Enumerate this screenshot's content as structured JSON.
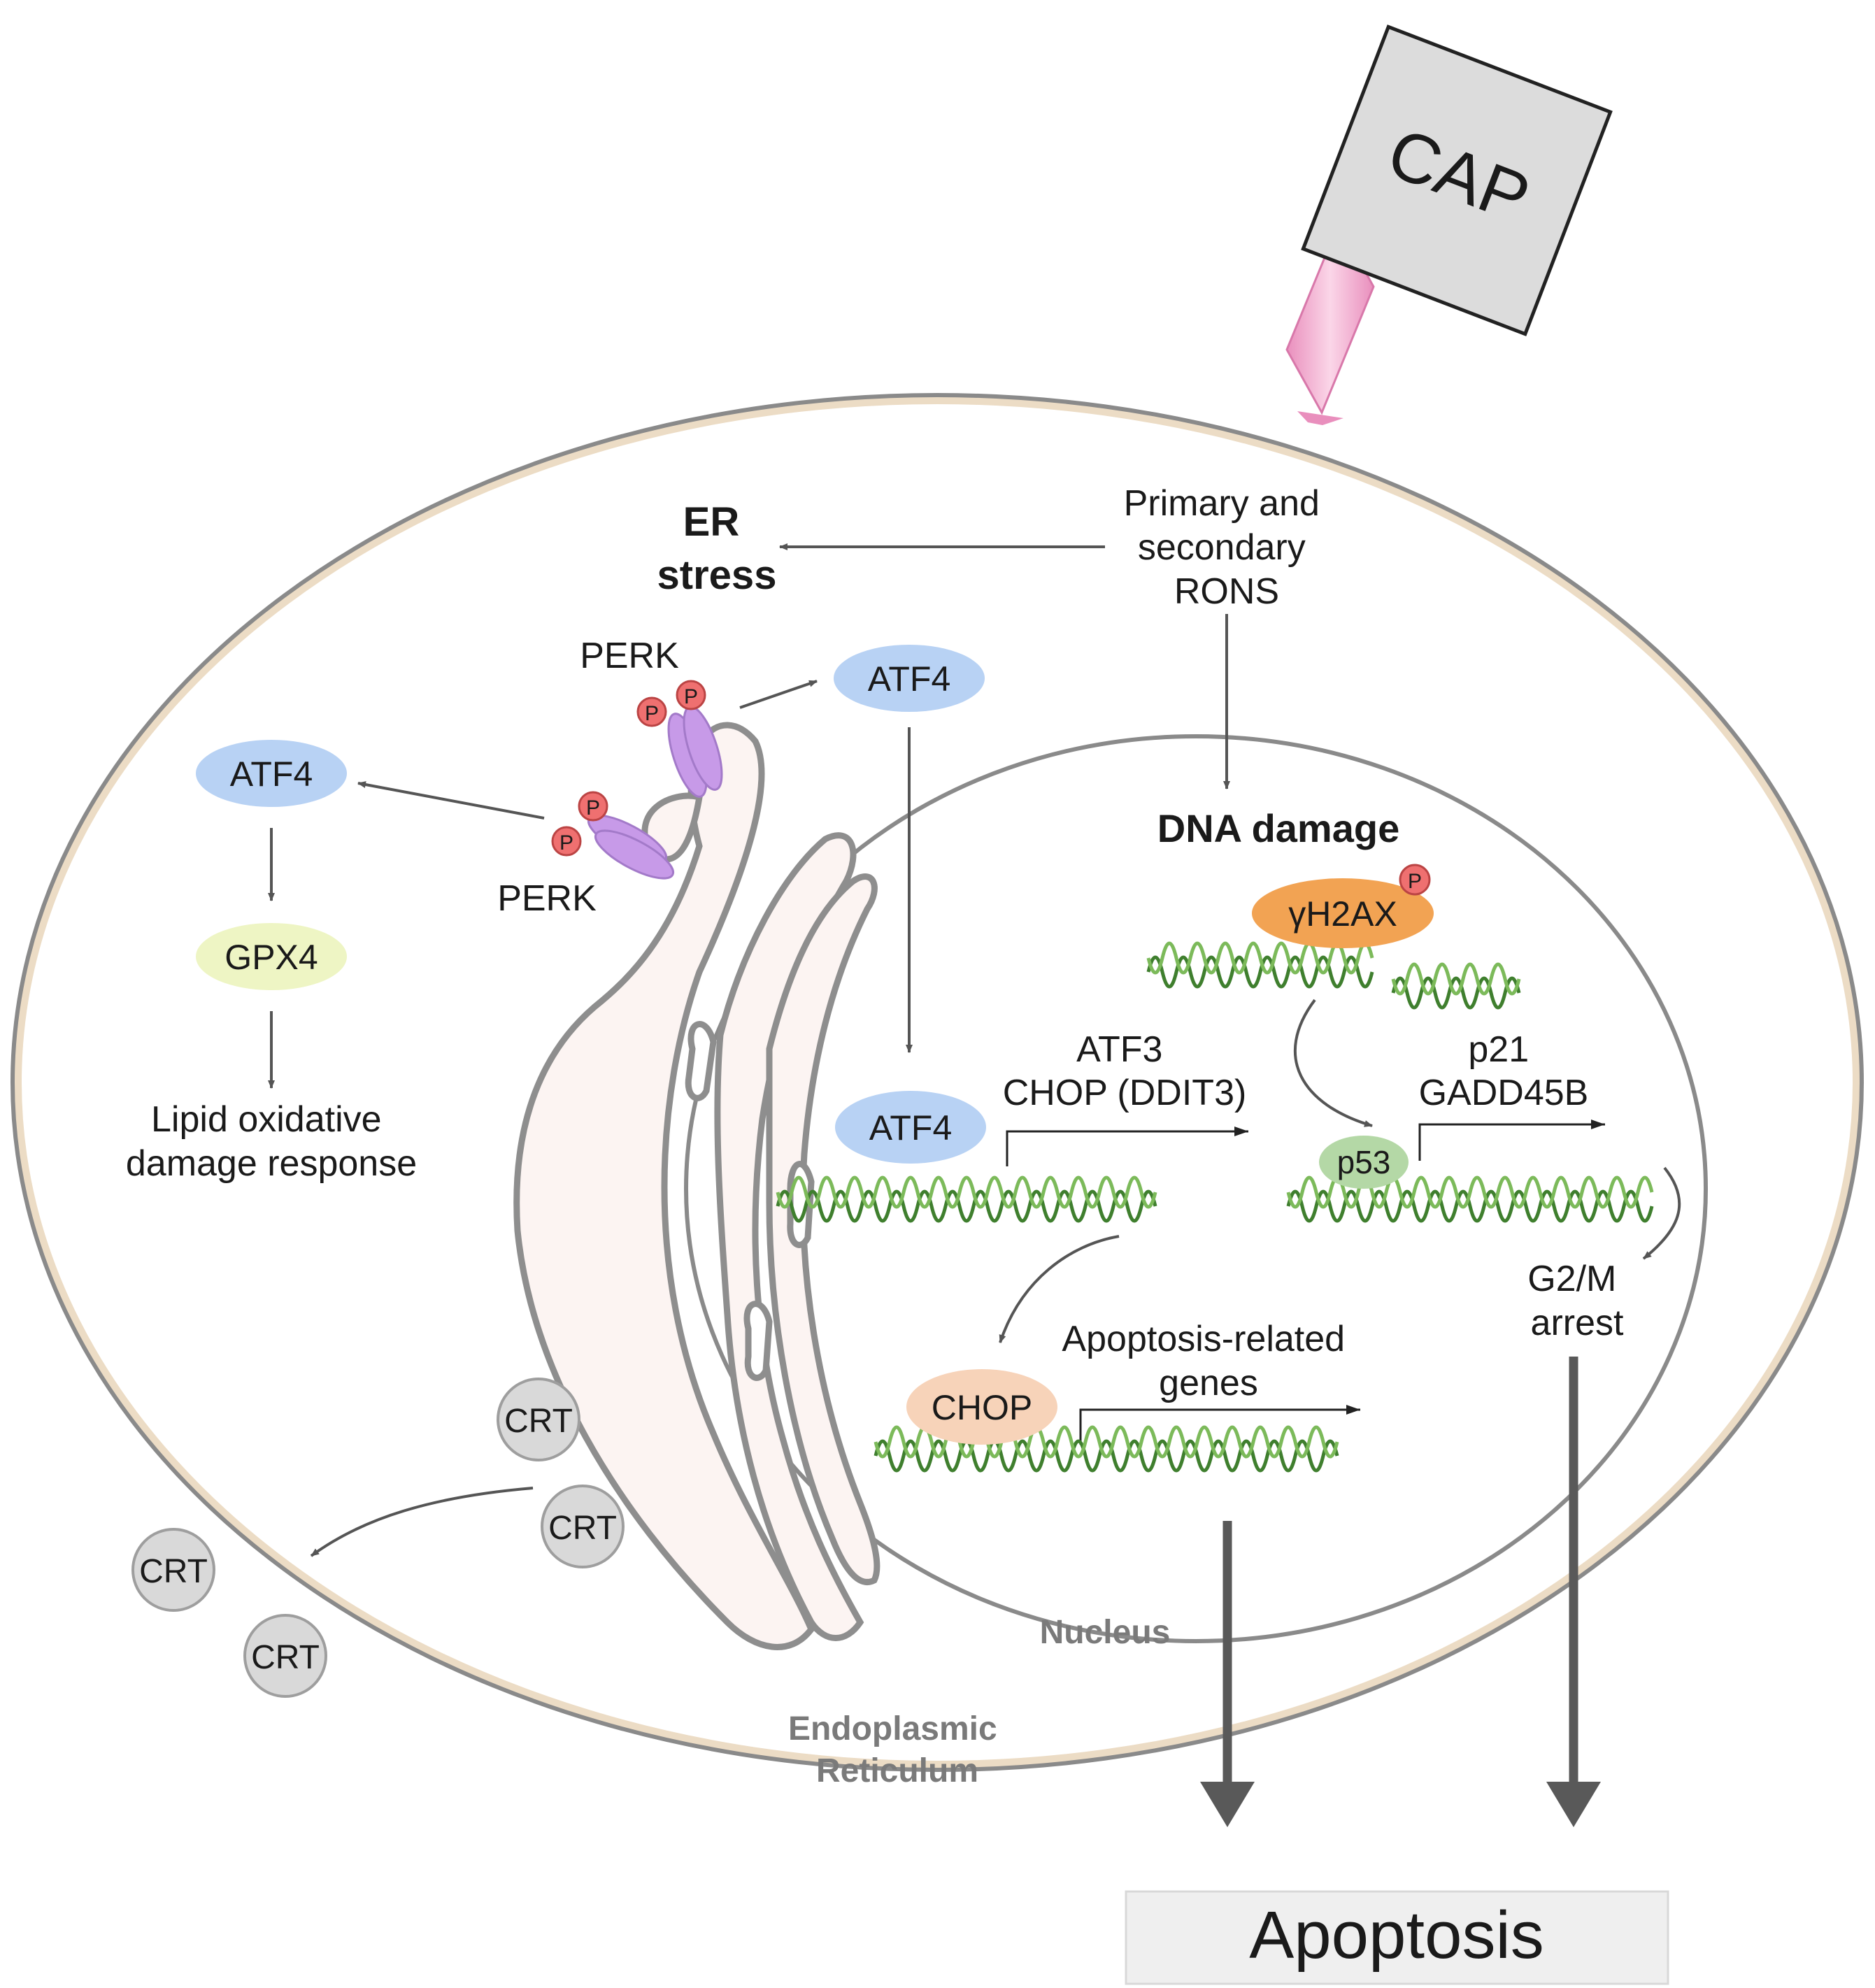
{
  "labels": {
    "cap": "CAP",
    "rons": [
      "Primary and",
      "secondary",
      "RONS"
    ],
    "er_stress": [
      "ER",
      "stress"
    ],
    "perk_top": "PERK",
    "perk_left": "PERK",
    "phospho": "P",
    "atf4_top": "ATF4",
    "atf4_left": "ATF4",
    "atf4_nucleus": "ATF4",
    "gpx4": "GPX4",
    "lipid": [
      "Lipid oxidative",
      "damage response"
    ],
    "dna_damage": "DNA damage",
    "h2ax": "γH2AX",
    "atf3_chop": [
      "ATF3",
      "CHOP (DDIT3)"
    ],
    "p21_gadd": [
      "p21",
      "GADD45B"
    ],
    "p53": "p53",
    "g2m": [
      "G2/M",
      "arrest"
    ],
    "chop": "CHOP",
    "apoptosis_genes": [
      "Apoptosis-related",
      "genes"
    ],
    "crt": "CRT",
    "nucleus": "Nucleus",
    "er": [
      "Endoplasmic",
      "Reticulum"
    ],
    "apoptosis": "Apoptosis"
  },
  "colors": {
    "atf4": "#b8d2f4",
    "gpx4": "#eef5c4",
    "h2ax": "#f2a353",
    "p53": "#b4d8a6",
    "chop": "#f7d3b9",
    "phospho": "#ef7070",
    "perk": "#c79ae8",
    "crt": "#d9d9d9",
    "cell_membrane": "#ecdcc5",
    "er": "#fcf4f2",
    "dna_dark": "#3f7f2e",
    "dna_light": "#7cba5a"
  }
}
